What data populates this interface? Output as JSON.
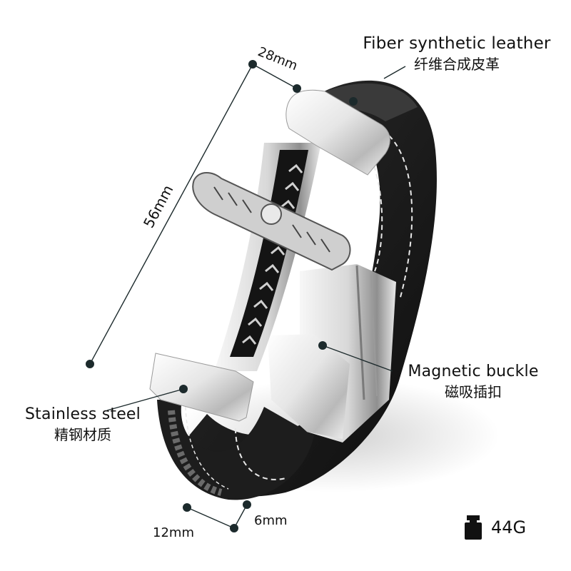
{
  "product": {
    "type": "leather bracelet with stainless steel cross and magnetic clasp"
  },
  "callouts": {
    "leather": {
      "en": "Fiber synthetic leather",
      "zh": "纤维合成皮革"
    },
    "buckle": {
      "en": "Magnetic buckle",
      "zh": "磁吸插扣"
    },
    "steel": {
      "en": "Stainless steel",
      "zh": "精钢材质"
    }
  },
  "dimensions": {
    "cross_width": "28mm",
    "cross_length": "56mm",
    "band_width": "12mm",
    "band_thickness": "6mm"
  },
  "weight": {
    "icon": "weight-icon",
    "value": "44G"
  },
  "colors": {
    "marker": "#1c2a2c",
    "leather": "#1a1a1a",
    "steel_light": "#f2f2f2",
    "steel_mid": "#c8c8c8",
    "stitch": "#e8e8e8"
  }
}
